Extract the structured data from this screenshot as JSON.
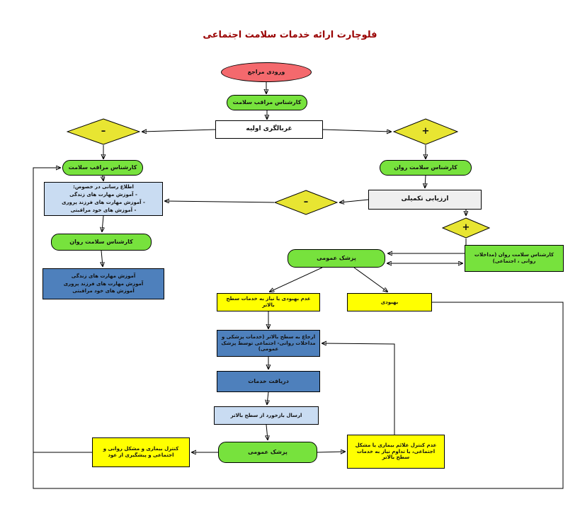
{
  "title": "فلوچارت ارائه خدمات سلامت اجتماعی",
  "colors": {
    "title": "#990000",
    "entry_fill": "#F4696D",
    "green_fill": "#77E23D",
    "diamond_fill": "#E8E532",
    "yellow_fill": "#FFFF00",
    "pale_blue_fill": "#C9DCF2",
    "blue_fill": "#4E80BC",
    "gray_fill": "#EFEFEF",
    "line": "#000000"
  },
  "nodes": {
    "entry": {
      "label": "ورودی مراجع"
    },
    "health_supervisor_top": {
      "label": "کارشناس مراقب سلامت"
    },
    "initial_screening": {
      "label": "غربالگری اولیه"
    },
    "screening_negative": {
      "label": "–"
    },
    "screening_positive": {
      "label": "+"
    },
    "health_supervisor_left": {
      "label": "کارشناس مراقب سلامت"
    },
    "information_box": {
      "lines": [
        "اطلاع رسانی در خصوص:",
        "- آموزش مهارت های زندگی",
        "- آموزش مهارت های فرزند پروری",
        "- آموزش های خود مراقبتی"
      ]
    },
    "mental_health_expert_left": {
      "label": "کارشناس سلامت روان"
    },
    "education_box": {
      "lines": [
        "آموزش مهارت های زندگی",
        "آموزش مهارت های فرزند پروری",
        "آموزش های خود مراقبتی"
      ]
    },
    "mental_health_expert_right": {
      "label": "کارشناس سلامت روان"
    },
    "complementary_assessment": {
      "label": "ارزیابی تکمیلی"
    },
    "assessment_negative": {
      "label": "–"
    },
    "assessment_positive": {
      "label": "+"
    },
    "general_physician": {
      "label": "پزشک عمومی"
    },
    "mental_health_interventions": {
      "label": "کارشناس سلامت روان (مداخلات روانی ، اجتماعی)"
    },
    "no_improvement": {
      "label": "عدم بهبودی یا نیاز به خدمات سطح بالاتر"
    },
    "improvement": {
      "label": "بهبودی"
    },
    "referral_higher_level": {
      "label": "ارجاع به سطح بالاتر (خدمات پزشکی و مداخلات روانی- اجتماعی توسط پزشک عمومی)"
    },
    "receive_services": {
      "label": "دریافت خدمات"
    },
    "feedback_from_higher_level": {
      "label": "ارسال بازخورد از سطح بالاتر"
    },
    "general_physician_followup": {
      "label": "پزشک عمومی"
    },
    "disease_controlled": {
      "label": "کنترل بیماری و مشکل روانی و اجتماعی و پیشگیری از عود"
    },
    "disease_not_controlled": {
      "label": "عدم کنترل علائم بیماری یا مشکل اجتماعی، یا تداوم نیاز به خدمات سطح بالاتر"
    }
  }
}
